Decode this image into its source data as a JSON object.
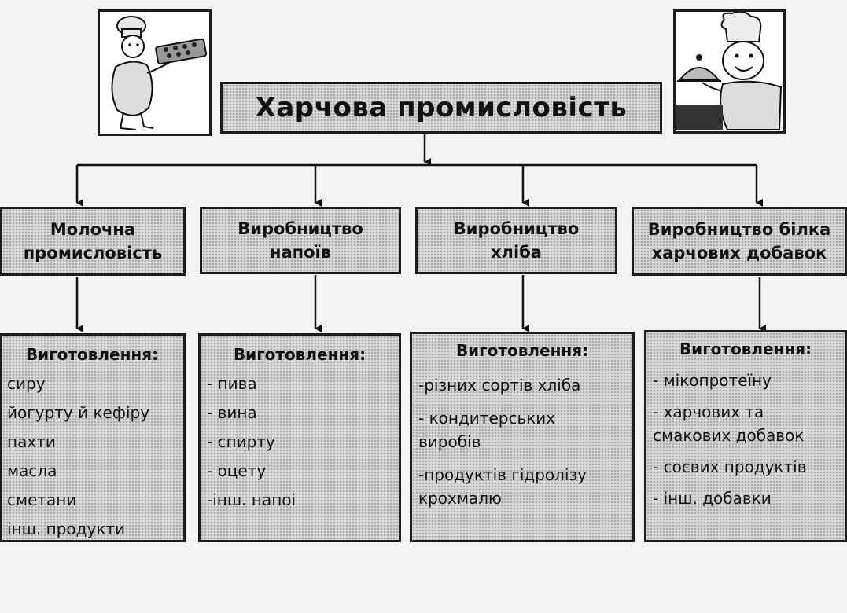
{
  "title": "Харчова промисловість",
  "categories": [
    {
      "label": "Молочна\nпромисловість",
      "heading": "Виготовлення:",
      "items": [
        "сиру",
        "йогурту й кефіру",
        "пахти",
        "масла",
        "сметани",
        "інш. продукти"
      ]
    },
    {
      "label": "Виробництво\nнапоїв",
      "heading": "Виготовлення:",
      "items": [
        "- пива",
        "- вина",
        "- спирту",
        "- оцету",
        "-інш. напоі"
      ]
    },
    {
      "label": "Виробництво\nхліба",
      "heading": "Виготовлення:",
      "items": [
        "-різних сортів хліба",
        "- кондитерських\nвиробів",
        "-продуктів гідролізу\nкрохмалю"
      ]
    },
    {
      "label": "Виробництво білка\nхарчових добавок",
      "heading": "Виготовлення:",
      "items": [
        "- мікопротеїну",
        "- харчових та\nсмакових добавок",
        "- соєвих продуктів",
        "- інш. добавки"
      ]
    }
  ],
  "illustrations": {
    "left": "chef-with-tray-illustration",
    "right": "chef-with-cloche-illustration"
  }
}
